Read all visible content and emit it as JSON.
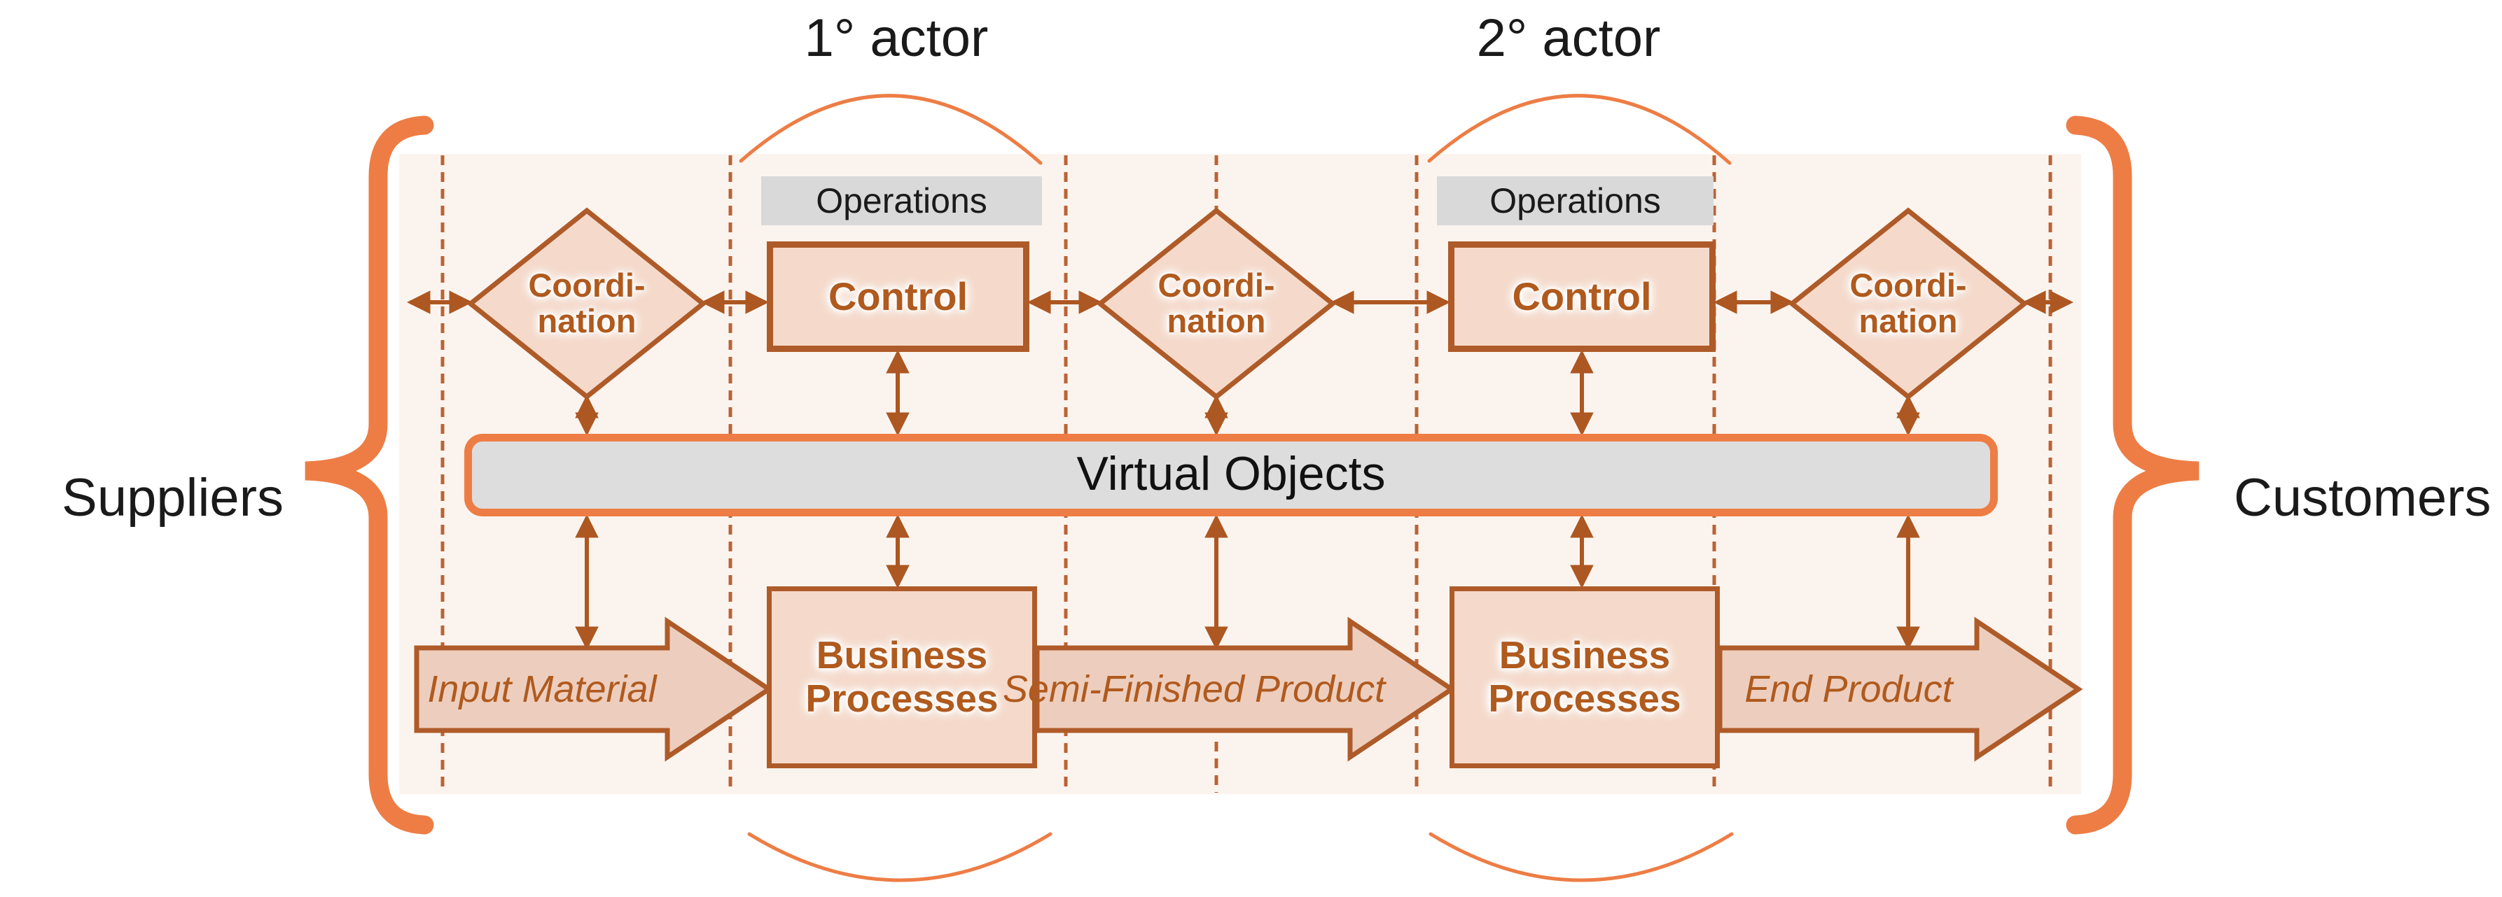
{
  "labels": {
    "actor1": "1° actor",
    "actor2": "2° actor",
    "suppliers": "Suppliers",
    "customers": "Customers",
    "operations": "Operations",
    "control": "Control",
    "coordination_line1": "Coordi-",
    "coordination_line2": "nation",
    "virtual_objects": "Virtual Objects",
    "business_line1": "Business",
    "business_line2": "Processes",
    "input_material": "Input Material",
    "semi_finished_product": "Semi-Finished Product",
    "end_product": "End Product"
  },
  "colors": {
    "accent_orange": "#ED7D45",
    "line_brown": "#AD5722",
    "border_brown": "#AE5B29",
    "dash_brown": "#BA6336",
    "shape_fill": "#F5DACB",
    "arrow_fill": "#EDCEBE",
    "gray_fill": "#D9D9D9",
    "bar_fill": "#DDDDDD",
    "diagram_bg": "#FBF4EE",
    "text_brown": "#B05A1E",
    "text_black": "#1A1A1A"
  }
}
